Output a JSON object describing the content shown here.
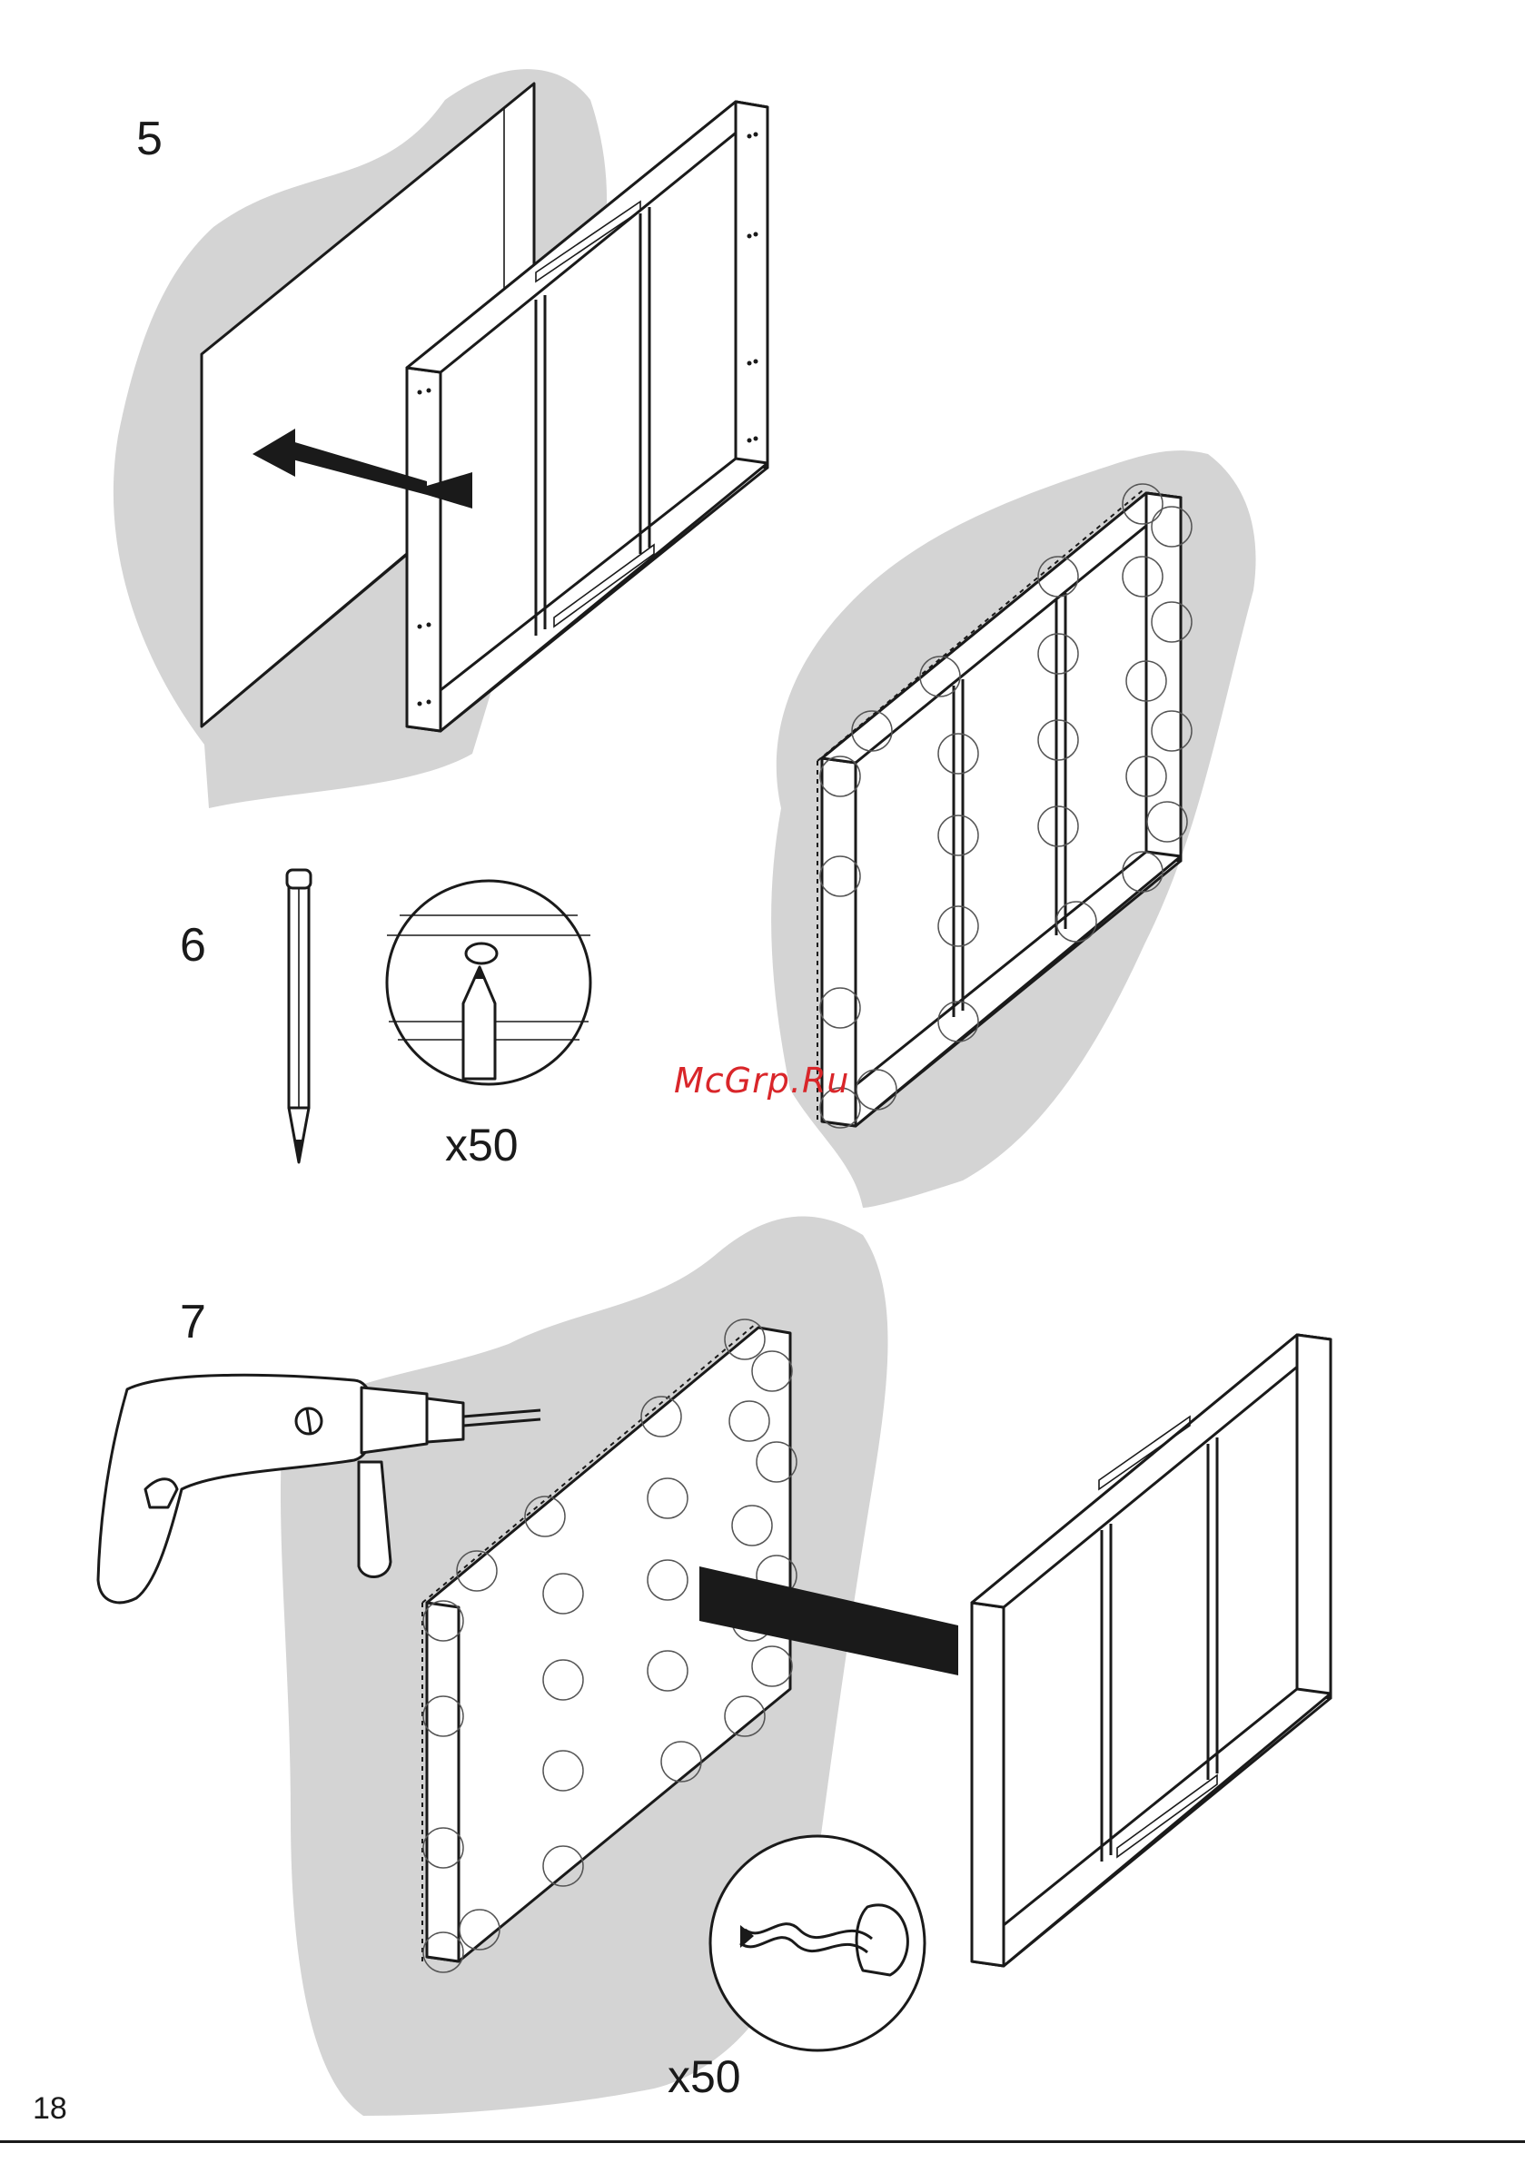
{
  "steps": {
    "s5": {
      "number": "5"
    },
    "s6": {
      "number": "6",
      "quantity": "x50"
    },
    "s7": {
      "number": "7",
      "quantity": "x50"
    }
  },
  "watermark": "McGrp.Ru",
  "page_number": "18",
  "colors": {
    "ink": "#1a1a1a",
    "shadow": "#d4d4d4",
    "watermark": "#d9262a",
    "paper": "#ffffff"
  },
  "icons": [
    "pencil-icon",
    "drill-icon",
    "drill-bit-icon",
    "arrow-icon",
    "magnifier-circle-icon"
  ]
}
